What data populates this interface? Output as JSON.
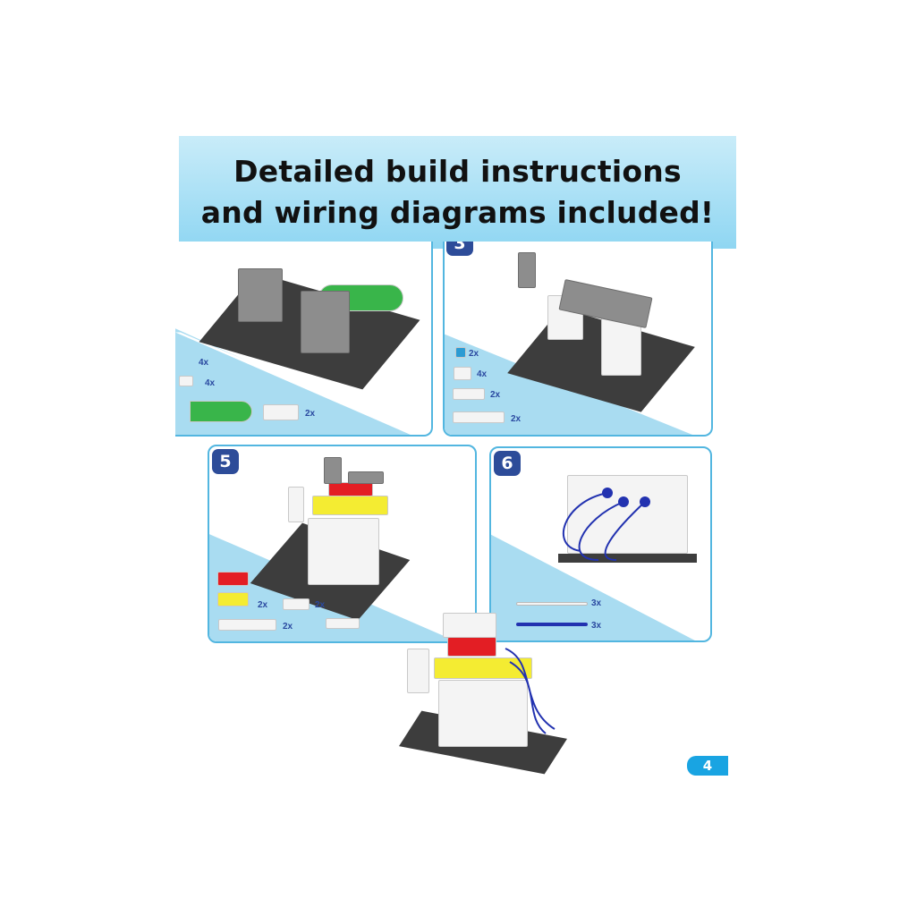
{
  "banner": {
    "line1": "Detailed build instructions",
    "line2": "and wiring diagrams included!"
  },
  "colors": {
    "accent": "#52b6e0",
    "badge": "#2d4c99",
    "parts_area": "#a9dcf1",
    "page_tab": "#19a4e2"
  },
  "steps": [
    {
      "number": "",
      "parts": [
        {
          "qty": "4x"
        },
        {
          "qty": "4x"
        },
        {
          "qty": "2x"
        }
      ]
    },
    {
      "number": "3",
      "parts": [
        {
          "qty": "2x"
        },
        {
          "qty": "4x"
        },
        {
          "qty": "2x"
        },
        {
          "qty": "2x"
        }
      ]
    },
    {
      "number": "5",
      "parts": [
        {
          "qty": "2x"
        },
        {
          "qty": "2x"
        },
        {
          "qty": "2x"
        }
      ]
    },
    {
      "number": "6",
      "parts": [
        {
          "qty": "3x"
        },
        {
          "qty": "3x"
        }
      ]
    }
  ],
  "page_number": "4"
}
